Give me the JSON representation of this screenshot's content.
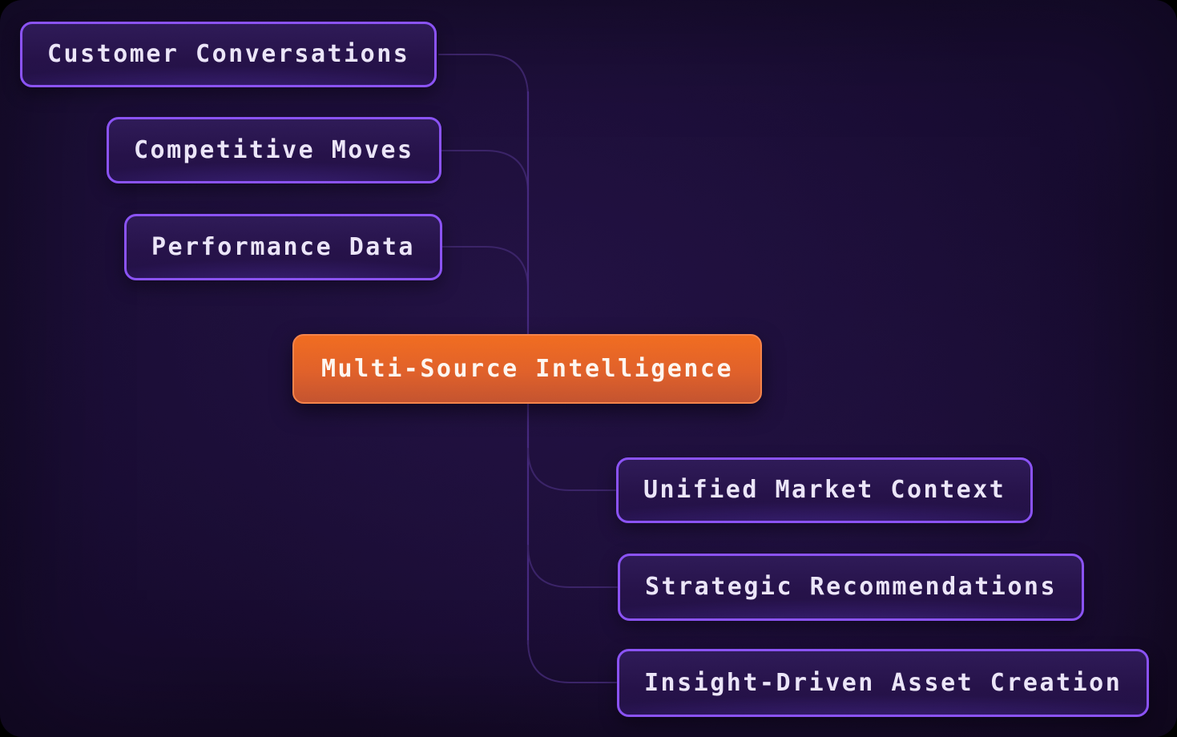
{
  "diagram": {
    "type": "mindmap-flow",
    "center_node": {
      "label": "Multi-Source Intelligence"
    },
    "input_nodes": [
      {
        "label": "Customer Conversations"
      },
      {
        "label": "Competitive Moves"
      },
      {
        "label": "Performance Data"
      }
    ],
    "output_nodes": [
      {
        "label": "Unified Market Context"
      },
      {
        "label": "Strategic Recommendations"
      },
      {
        "label": "Insight-Driven Asset Creation"
      }
    ],
    "edges": [
      {
        "from": "Customer Conversations",
        "to": "Multi-Source Intelligence"
      },
      {
        "from": "Competitive Moves",
        "to": "Multi-Source Intelligence"
      },
      {
        "from": "Performance Data",
        "to": "Multi-Source Intelligence"
      },
      {
        "from": "Multi-Source Intelligence",
        "to": "Unified Market Context"
      },
      {
        "from": "Multi-Source Intelligence",
        "to": "Strategic Recommendations"
      },
      {
        "from": "Multi-Source Intelligence",
        "to": "Insight-Driven Asset Creation"
      }
    ],
    "colors": {
      "background": "#170b30",
      "leaf_border": "#8a52f5",
      "leaf_fill_top": "#2e1a57",
      "leaf_fill_bottom": "#221047",
      "leaf_text": "#ebe5f8",
      "hub_border": "#f5834a",
      "hub_fill_top": "#f16c20",
      "hub_fill_bottom": "#c4532f",
      "hub_text": "#fdf6f0",
      "connector": "#3a2367",
      "trunk": "#45287e"
    }
  }
}
